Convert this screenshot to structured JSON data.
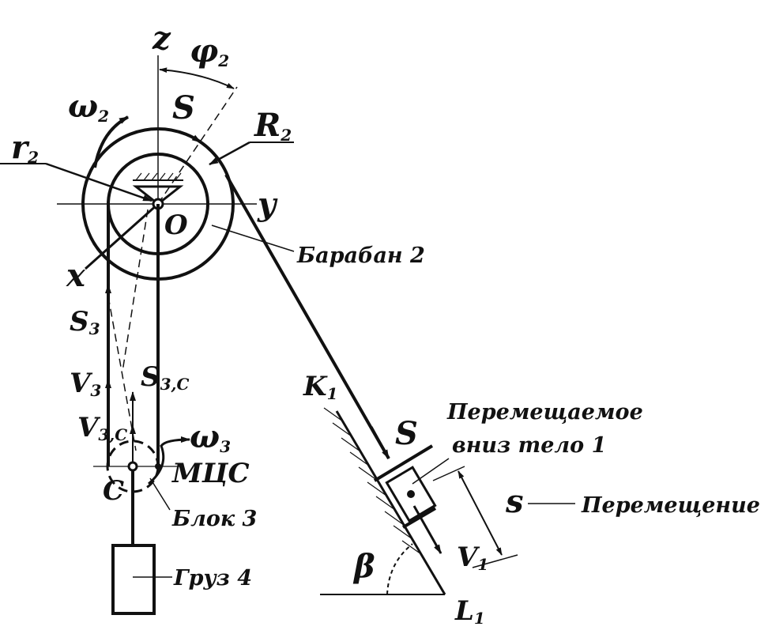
{
  "labels": {
    "z": "z",
    "phi": "φ",
    "phi_sub": "2",
    "omega2": "ω",
    "omega2_sub": "2",
    "S_top": "S",
    "R2": "R",
    "R2_sub": "2",
    "r2": "r",
    "r2_sub": "2",
    "O": "O",
    "y": "y",
    "x": "x",
    "baraban": "Барабан 2",
    "S3": "S",
    "S3_sub": "3",
    "V3": "V",
    "V3_sub": "3",
    "S3C": "S",
    "S3C_sub": "3,C",
    "V3C": "V",
    "V3C_sub": "3,C",
    "omega3": "ω",
    "omega3_sub": "3",
    "C": "C",
    "mcs": "МЦС",
    "blok": "Блок 3",
    "gruz": "Груз 4",
    "K1": "K",
    "K1_sub": "1",
    "S_mid": "S",
    "body_line1": "Перемещаемое",
    "body_line2": "вниз тело 1",
    "s_disp": "s",
    "displacement": "Перемещение",
    "V1": "V",
    "V1_sub": "1",
    "beta": "β",
    "L1": "L",
    "L1_sub": "1"
  }
}
